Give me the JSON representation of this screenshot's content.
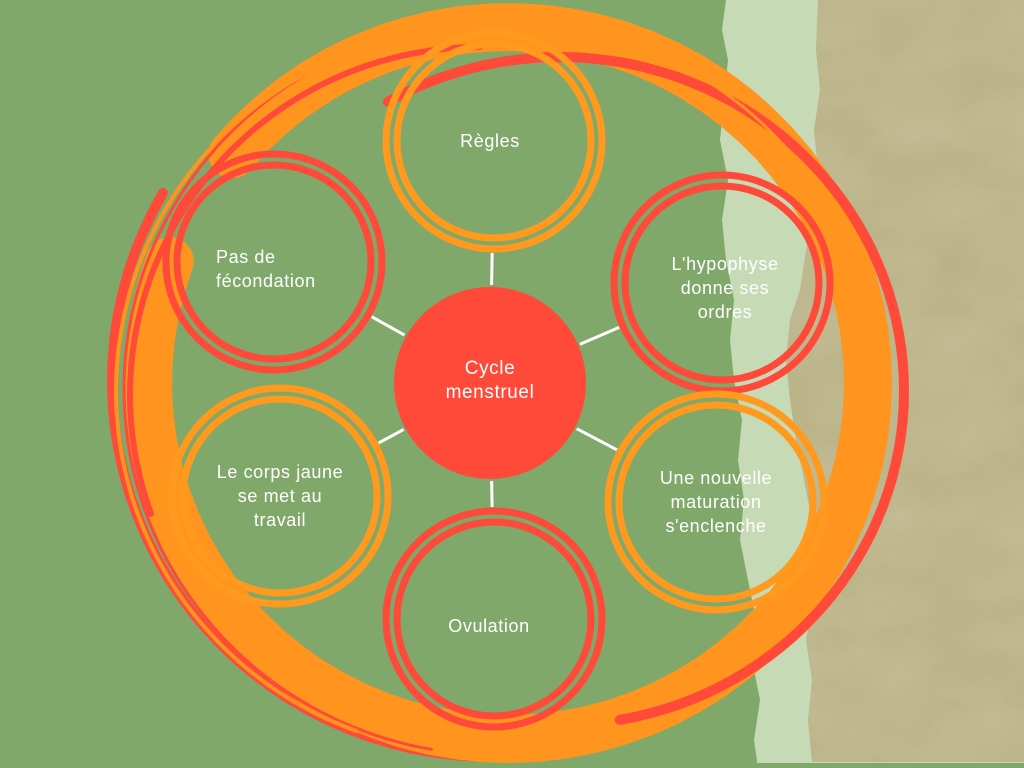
{
  "diagram": {
    "type": "cycle",
    "title": "Cycle menstruel",
    "center": {
      "label_lines": [
        "Cycle",
        "menstruel"
      ],
      "color": "#ff4a3a"
    },
    "nodes": [
      {
        "id": "regles",
        "label_lines": [
          "Règles"
        ],
        "ring_color": "#ff9a1f",
        "position": "top"
      },
      {
        "id": "hypophyse",
        "label_lines": [
          "L'hypophyse",
          "donne ses",
          "ordres"
        ],
        "ring_color": "#ff4a3a",
        "position": "upper-right"
      },
      {
        "id": "maturation",
        "label_lines": [
          "Une nouvelle",
          "maturation",
          "s'enclenche"
        ],
        "ring_color": "#ff9a1f",
        "position": "lower-right"
      },
      {
        "id": "ovulation",
        "label_lines": [
          "Ovulation"
        ],
        "ring_color": "#ff4a3a",
        "position": "bottom"
      },
      {
        "id": "corps-jaune",
        "label_lines": [
          "Le corps jaune",
          "se met au",
          "travail"
        ],
        "ring_color": "#ff9a1f",
        "position": "lower-left"
      },
      {
        "id": "fecondation",
        "label_lines": [
          "Pas de",
          "fécondation"
        ],
        "ring_color": "#ff4a3a",
        "position": "upper-left"
      }
    ]
  },
  "colors": {
    "background_green": "#80a86a",
    "light_paper_strip": "#c6dab5",
    "kraft_paper": "#b9b184",
    "brush_orange": "#ff951e",
    "brush_red": "#ff4a3a",
    "connector": "#ffffff",
    "text": "#ffffff"
  }
}
